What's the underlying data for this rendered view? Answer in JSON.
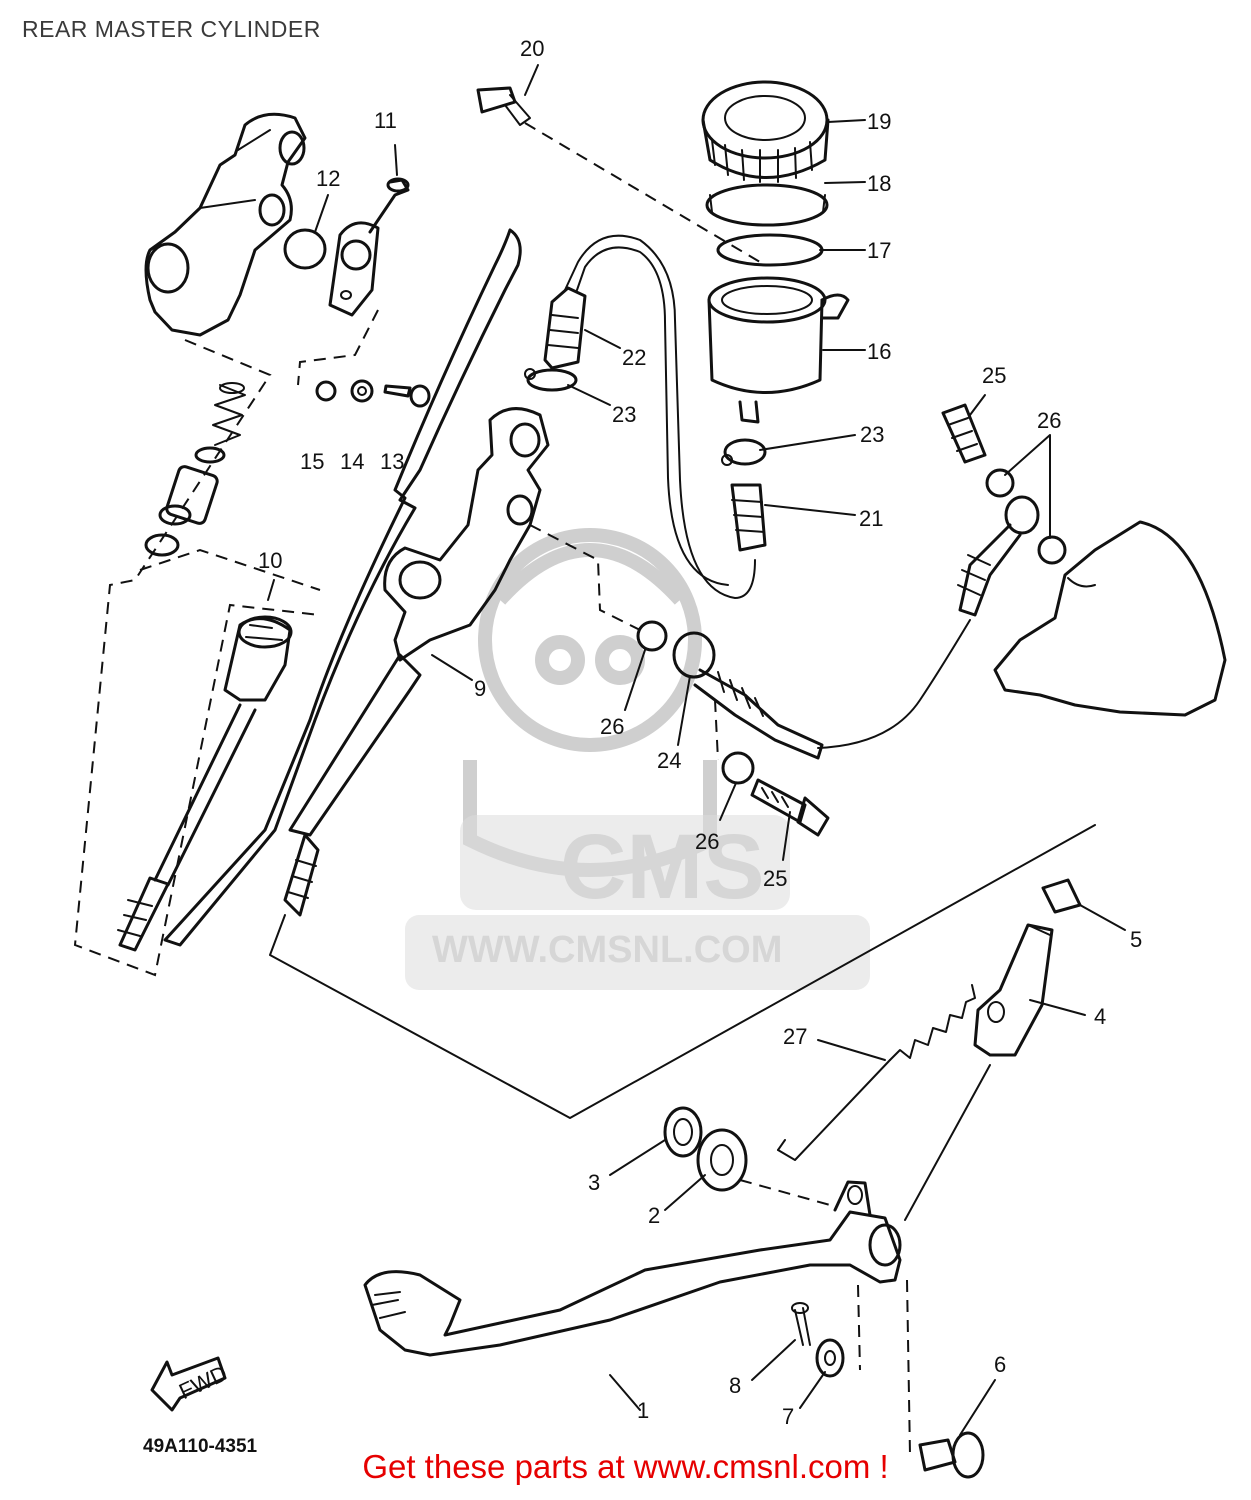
{
  "title": "REAR MASTER CYLINDER",
  "diagram_code": "49A110-4351",
  "fwd_label": "FWD",
  "watermark": {
    "logo_text": "CMS",
    "url": "WWW.CMSNL.COM"
  },
  "footer": {
    "text": "Get these parts at www.cmsnl.com !",
    "color": "#e60000"
  },
  "parts": [
    {
      "id": "p1",
      "label": "1"
    },
    {
      "id": "p2",
      "label": "2"
    },
    {
      "id": "p3",
      "label": "3"
    },
    {
      "id": "p4",
      "label": "4"
    },
    {
      "id": "p5",
      "label": "5"
    },
    {
      "id": "p6",
      "label": "6"
    },
    {
      "id": "p7",
      "label": "7"
    },
    {
      "id": "p8",
      "label": "8"
    },
    {
      "id": "p9",
      "label": "9"
    },
    {
      "id": "p10",
      "label": "10"
    },
    {
      "id": "p11",
      "label": "11"
    },
    {
      "id": "p12",
      "label": "12"
    },
    {
      "id": "p13",
      "label": "13"
    },
    {
      "id": "p14",
      "label": "14"
    },
    {
      "id": "p15",
      "label": "15"
    },
    {
      "id": "p16",
      "label": "16"
    },
    {
      "id": "p17",
      "label": "17"
    },
    {
      "id": "p18",
      "label": "18"
    },
    {
      "id": "p19",
      "label": "19"
    },
    {
      "id": "p20",
      "label": "20"
    },
    {
      "id": "p21",
      "label": "21"
    },
    {
      "id": "p22",
      "label": "22"
    },
    {
      "id": "p23a",
      "label": "23"
    },
    {
      "id": "p23b",
      "label": "23"
    },
    {
      "id": "p24",
      "label": "24"
    },
    {
      "id": "p25a",
      "label": "25"
    },
    {
      "id": "p25b",
      "label": "25"
    },
    {
      "id": "p26a",
      "label": "26"
    },
    {
      "id": "p26b",
      "label": "26"
    },
    {
      "id": "p26c",
      "label": "26"
    },
    {
      "id": "p27",
      "label": "27"
    }
  ]
}
